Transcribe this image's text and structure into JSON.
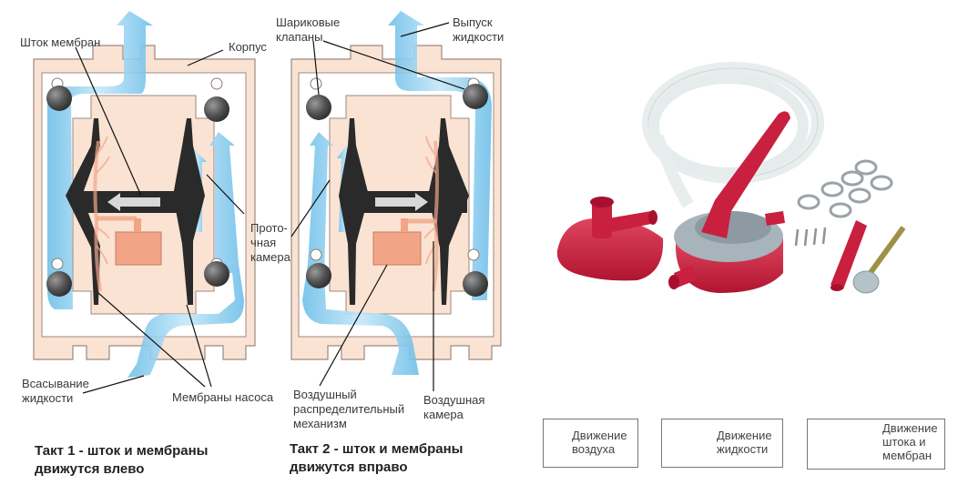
{
  "diagram": {
    "labels": {
      "rod": "Шток мембран",
      "housing": "Корпус",
      "ball_valves": "Шариковые\nклапаны",
      "outlet": "Выпуск\nжидкости",
      "flow_chamber": "Прото-\nчная\nкамера",
      "inlet": "Всасывание\nжидкости",
      "membranes": "Мембраны насоса",
      "air_distributor": "Воздушный\nраспределительный\nмеханизм",
      "air_chamber": "Воздушная\nкамера"
    },
    "captions": {
      "stroke1": "Такт 1 - шток и мембраны\nдвижутся влево",
      "stroke2": "Такт 2 - шток и мембраны\nдвижутся вправо"
    },
    "strokes": [
      {
        "name": "stroke-1",
        "rod_direction": "left"
      },
      {
        "name": "stroke-2",
        "rod_direction": "right"
      }
    ],
    "colors": {
      "housing": "#fbe3d3",
      "housing_stroke": "#9a8a80",
      "fluid": "#8ecdf0",
      "fluid_dark": "#4aa8dd",
      "membrane": "#2a2a2a",
      "air": "#f0a58a",
      "valve_ball": "#555555"
    }
  },
  "legend": {
    "air": "Движение\nвоздуха",
    "fluid": "Движение\nжидкости",
    "rod": "Движение\nштока и\nмембран"
  },
  "product": {
    "description": "Diaphragm pump kit: red pump body with handle, base, transparent hose, hose clamps, screws, suction tube, strainer"
  }
}
